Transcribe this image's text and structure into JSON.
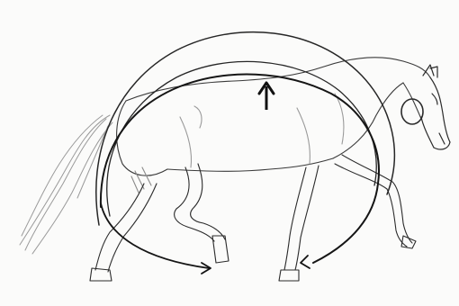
{
  "figure": {
    "subject": "horse-gait-sketch",
    "medium": "pencil",
    "background_color": "#fbfbfa",
    "line_color": "#2b2b2b",
    "light_line_color": "#9a9a9a",
    "arrow_color": "#111111",
    "elements": {
      "arcs": [
        "outer-circle-arc",
        "middle-arc",
        "inner-arc"
      ],
      "arrows": [
        "up-arrow-back",
        "hind-hoof-arrow",
        "fore-hoof-arrow"
      ]
    }
  }
}
